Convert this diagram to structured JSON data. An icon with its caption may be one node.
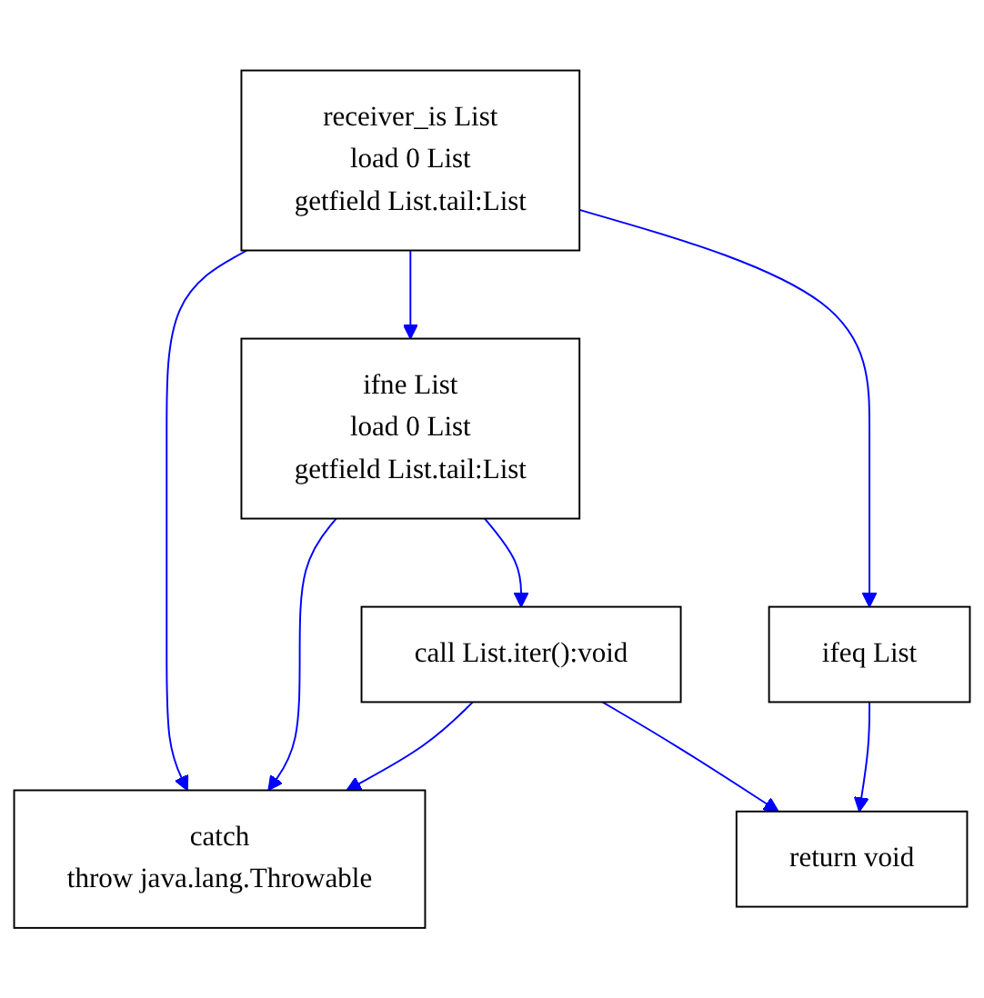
{
  "diagram": {
    "nodes": [
      {
        "text": [
          "receiver_is List",
          "load 0 List",
          "getfield List.tail:List"
        ]
      },
      {
        "text": [
          "ifne List",
          "load 0 List",
          "getfield List.tail:List"
        ]
      },
      {
        "text": [
          "call List.iter():void"
        ]
      },
      {
        "text": [
          "ifeq List"
        ]
      },
      {
        "text": [
          "catch",
          "throw java.lang.Throwable"
        ]
      },
      {
        "text": [
          "return void"
        ]
      }
    ],
    "edges": [
      {
        "from": 0,
        "to": 4,
        "arrow": "to"
      },
      {
        "from": 0,
        "to": 1,
        "arrow": "to"
      },
      {
        "from": 0,
        "to": 3,
        "arrow": "to"
      },
      {
        "from": 1,
        "to": 4,
        "arrow": "to"
      },
      {
        "from": 1,
        "to": 2,
        "arrow": "to"
      },
      {
        "from": 2,
        "to": 4,
        "arrow": "to"
      },
      {
        "from": 2,
        "to": 5,
        "arrow": "to"
      },
      {
        "from": 3,
        "to": 5,
        "arrow": "to"
      }
    ]
  }
}
